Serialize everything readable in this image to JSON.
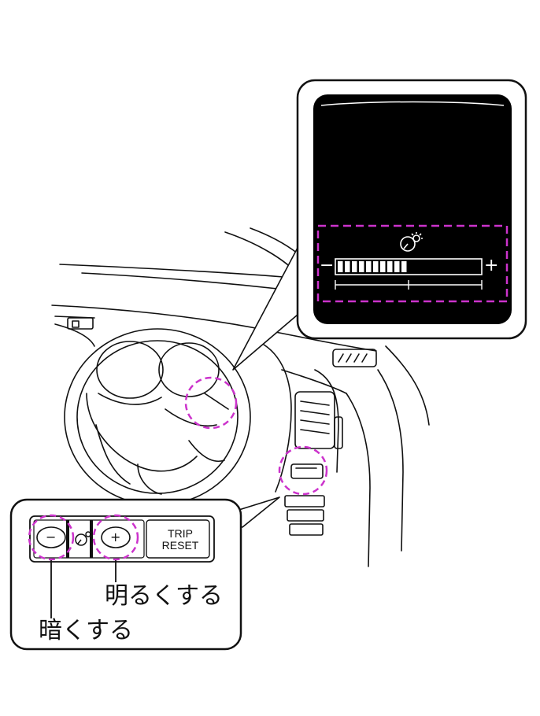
{
  "labels": {
    "brighter": "明るくする",
    "darker": "暗くする"
  },
  "switch_panel": {
    "trip_reset_line1": "TRIP",
    "trip_reset_line2": "RESET",
    "minus_symbol": "−",
    "plus_symbol": "+"
  },
  "display": {
    "minus_symbol": "−",
    "plus_symbol": "+",
    "brightness_level": 0.5,
    "segments_total": 20,
    "icon": "dial-light-icon"
  },
  "colors": {
    "highlight": "#cc33cc",
    "line": "#111111",
    "screen": "#000000"
  }
}
